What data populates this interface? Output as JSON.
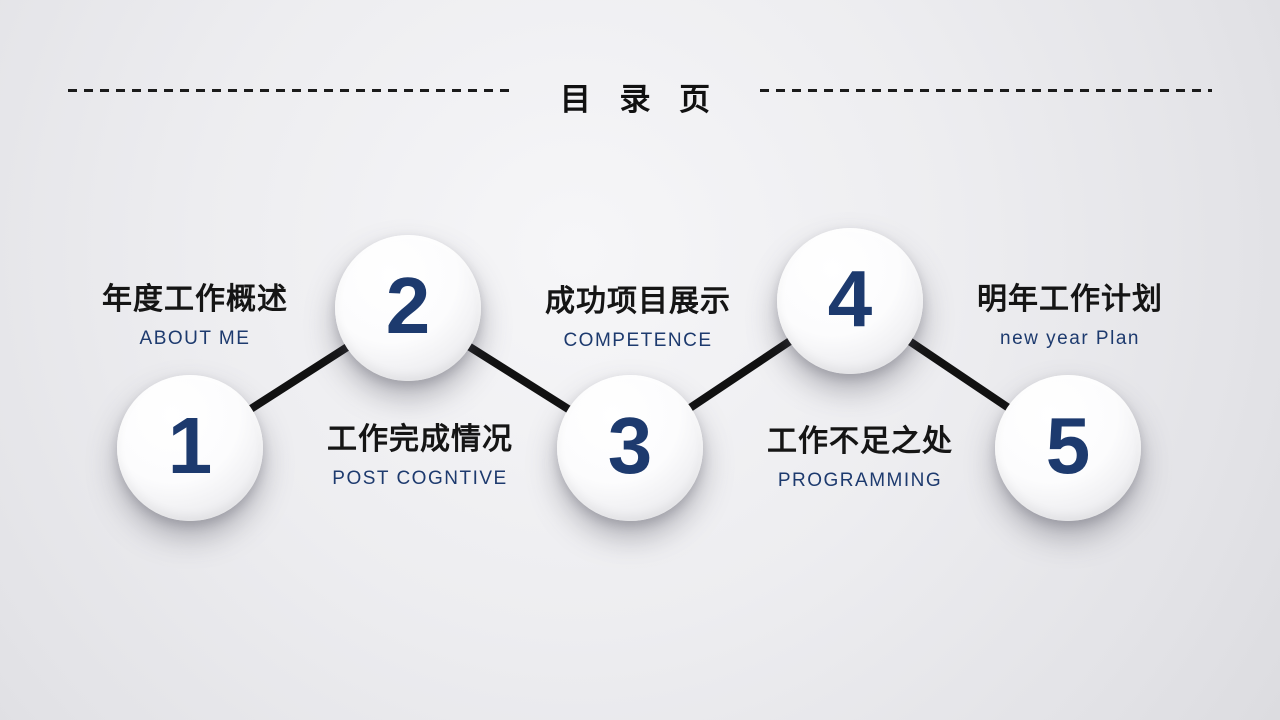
{
  "slide": {
    "title": "目 录 页"
  },
  "items": [
    {
      "number": "1",
      "title": "年度工作概述",
      "subtitle": "ABOUT ME"
    },
    {
      "number": "2",
      "title": "工作完成情况",
      "subtitle": "POST COGNTIVE"
    },
    {
      "number": "3",
      "title": "成功项目展示",
      "subtitle": "COMPETENCE"
    },
    {
      "number": "4",
      "title": "工作不足之处",
      "subtitle": "PROGRAMMING"
    },
    {
      "number": "5",
      "title": "明年工作计划",
      "subtitle": "new year Plan"
    }
  ],
  "colors": {
    "accent_navy": "#1d3a6e",
    "text_black": "#151515",
    "line_black": "#111111",
    "background": "#e9e9ec"
  }
}
